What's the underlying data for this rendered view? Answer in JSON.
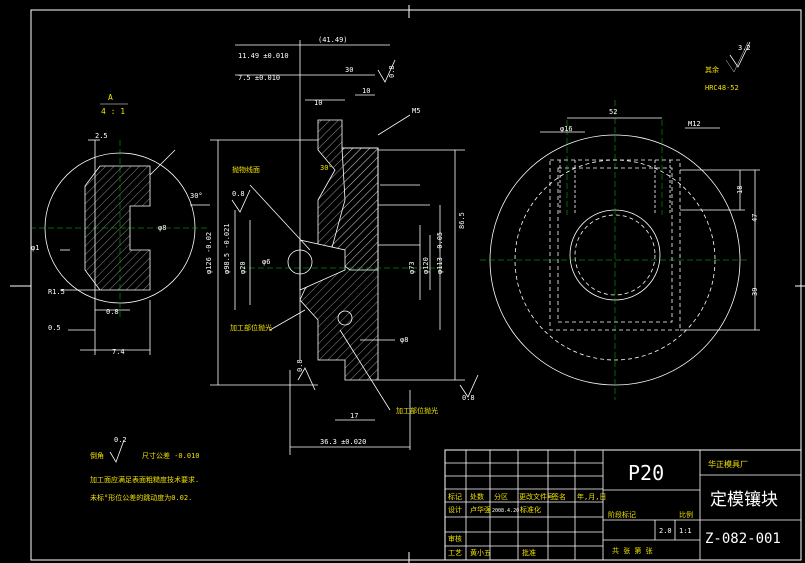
{
  "title_block": {
    "part_no": "P20",
    "company": "华正模具厂",
    "part_name": "定模镶块",
    "drawing_no": "Z-082-001",
    "scale": "1:1",
    "weight": "2.0",
    "sheet_info": "共 张 第 张",
    "row_labels": [
      "标记",
      "处数",
      "分区",
      "更改文件号",
      "签名",
      "年,月,日"
    ],
    "designer_label": "设计",
    "designer_name": "卢华强",
    "std_label": "标准化",
    "review_label": "审核",
    "process_label": "工艺",
    "approve_label": "批准",
    "approver_name": "黄小五",
    "stage_label": "阶段标记",
    "scale_label": "比例",
    "date": "2008.4.20"
  },
  "detail": {
    "label": "A",
    "scale": "4 : 1",
    "dims": [
      "2.5",
      "R1.5",
      "0.8",
      "7.4",
      "0.5",
      "φ1",
      "φ8",
      "30°"
    ]
  },
  "section": {
    "top_dims": [
      "(41.49)",
      "11.49 ±0.010",
      "30",
      "7.5 ±0.010",
      "10",
      "10",
      "M5"
    ],
    "left_dims": [
      "φ126 -0.02",
      "φ98.5 -0.021",
      "φ20",
      "φ6"
    ],
    "right_dims": [
      "φ113 -0.05",
      "φ120",
      "φ73",
      "86.5",
      "φ8"
    ],
    "bottom_dims": [
      "17",
      "36.3 ±0.020"
    ],
    "notes": [
      "抛物线面",
      "30°",
      "加工部位抛光",
      "加工部位抛光",
      "0.8",
      "0.8",
      "0.8",
      "0.8"
    ]
  },
  "plan": {
    "dims": [
      "52",
      "M12",
      "φ16",
      "18",
      "47",
      "39"
    ],
    "roughness": "3.2",
    "note": "其余",
    "note2": "HRC48-52"
  },
  "notes": {
    "n1_prefix": "倒角",
    "n1_val": "0.2",
    "n1_suffix": "尺寸公差 -0.010",
    "n2": "加工面应满足表面粗糙度技术要求.",
    "n3": "未标°形位公差的跳动度为0.02."
  },
  "colors": {
    "background": "#000000",
    "line": "#ffffff",
    "hatch": "#ffffff",
    "yellow": "#f0e000",
    "green": "#00cc00"
  }
}
